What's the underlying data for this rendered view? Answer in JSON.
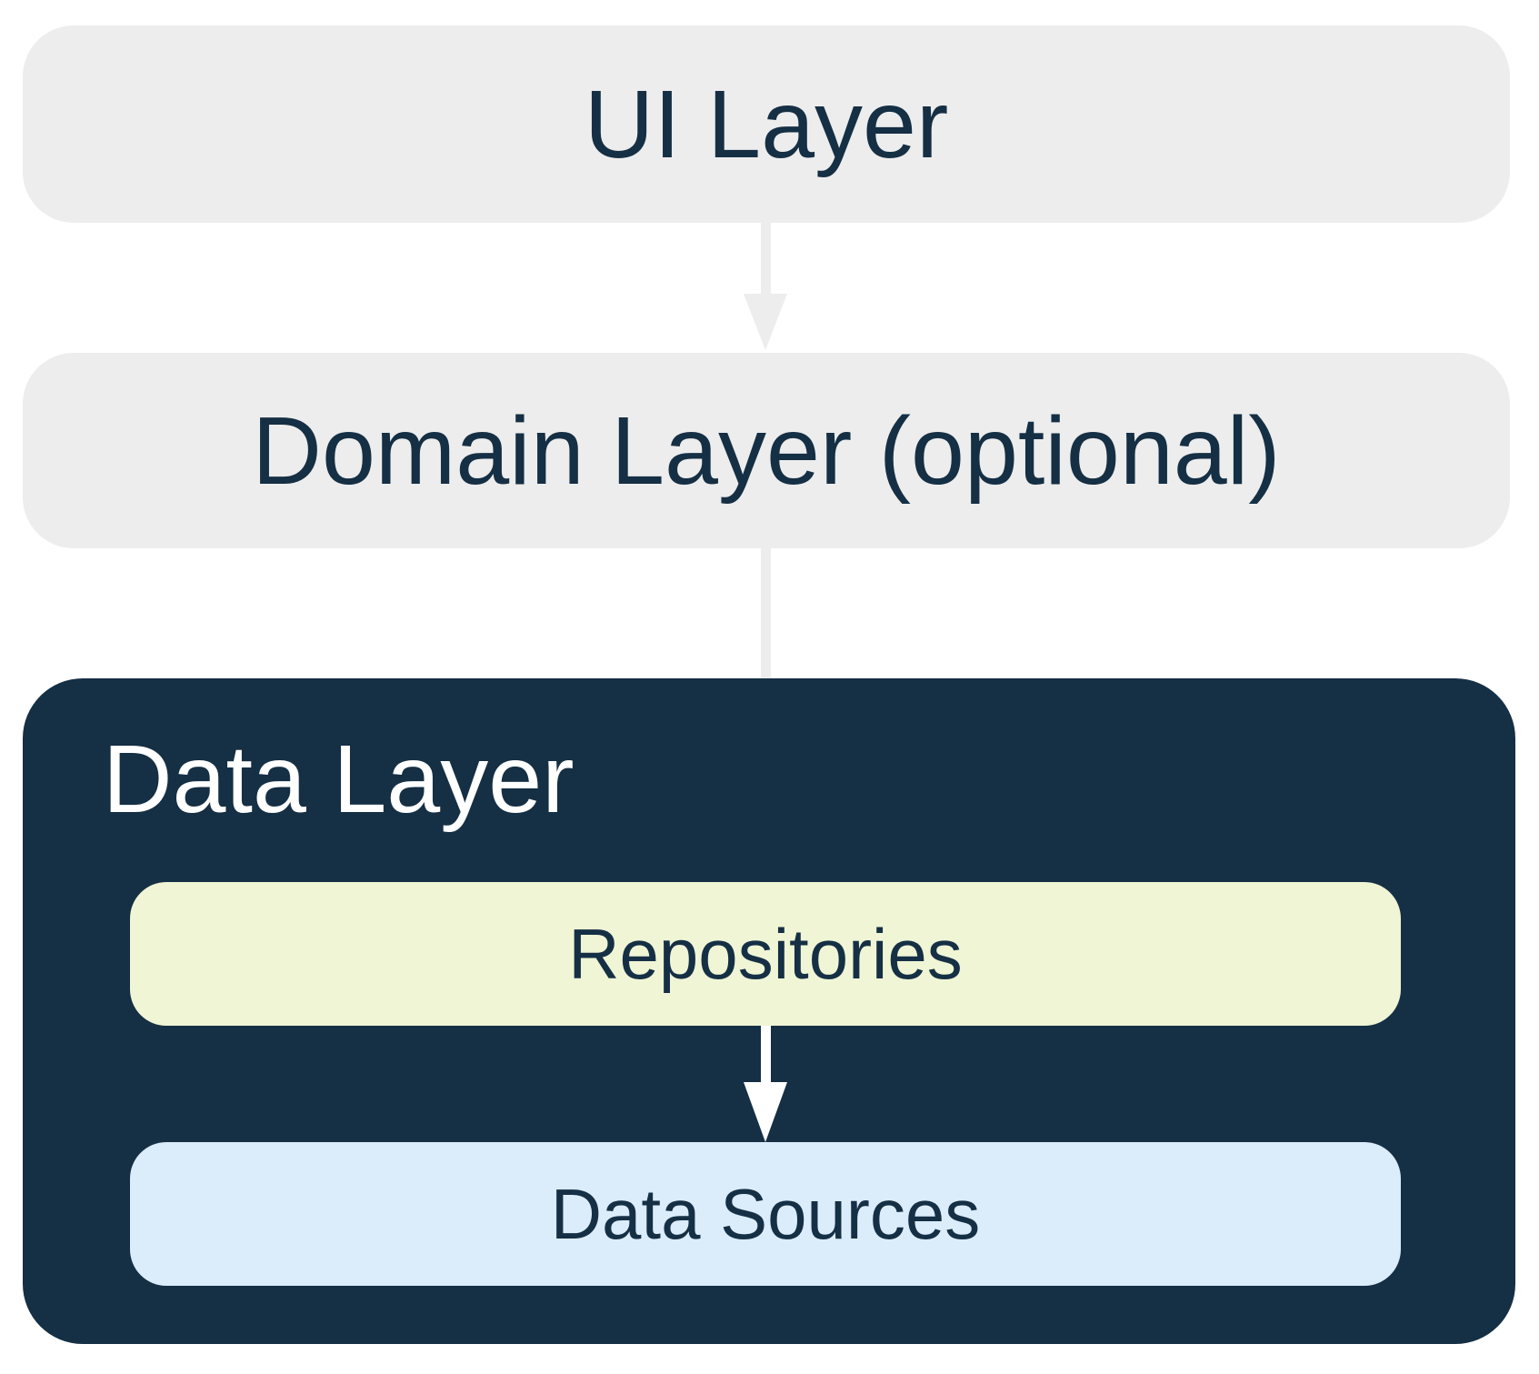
{
  "boxes": {
    "ui_layer": "UI Layer",
    "domain_layer": "Domain Layer (optional)",
    "data_layer": "Data Layer",
    "repositories": "Repositories",
    "data_sources": "Data Sources"
  },
  "colors": {
    "navy": "#152f44",
    "light_gray": "#ededed",
    "pale_green": "#eff5d5",
    "light_blue": "#dbecfb",
    "white": "#ffffff"
  },
  "arrows": [
    {
      "name": "ui-to-domain",
      "color": "#ededed"
    },
    {
      "name": "domain-to-repositories",
      "color_outside_data_layer": "#ededed",
      "color_inside_data_layer": "#ffffff"
    },
    {
      "name": "repositories-to-data-sources",
      "color": "#ffffff"
    }
  ]
}
